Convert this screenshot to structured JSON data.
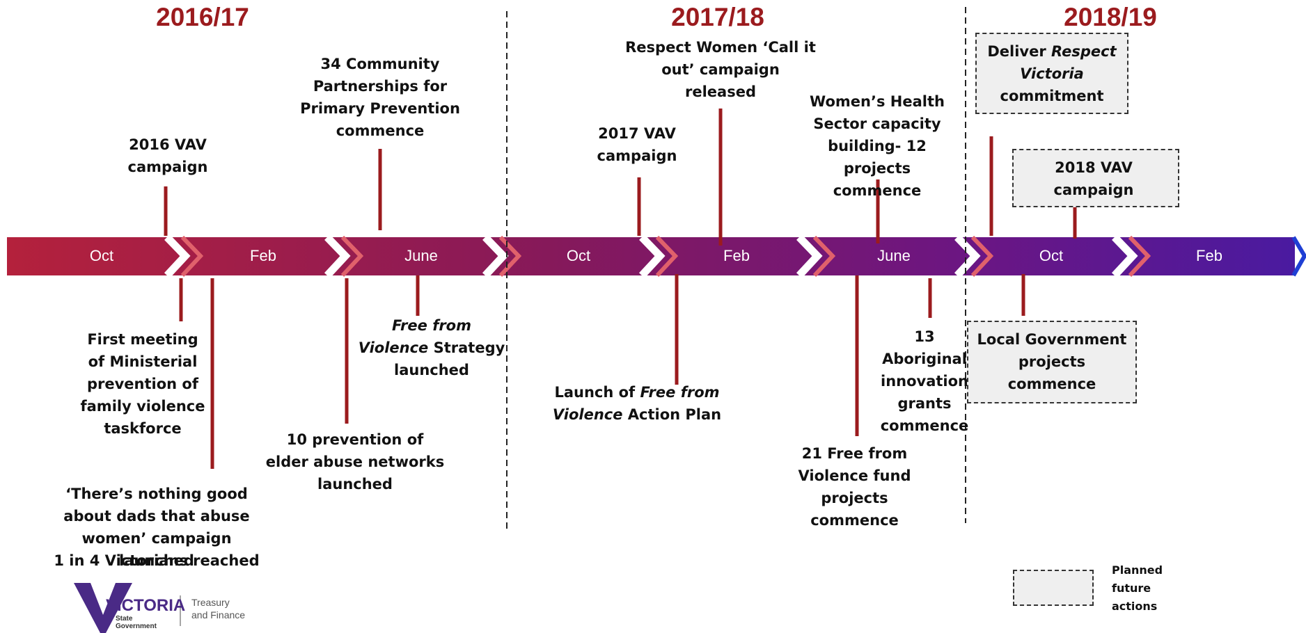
{
  "years": [
    "2016/17",
    "2017/18",
    "2018/19"
  ],
  "months": [
    "Oct",
    "Feb",
    "June",
    "Oct",
    "Feb",
    "June",
    "Oct",
    "Feb"
  ],
  "colors": {
    "year_text": "#9b1b1e",
    "marker": "#9b1b1e",
    "band_start": "#b4213c",
    "band_mid": "#7c1a5c",
    "band_end": "#4a1aa0",
    "chevron_tip": "#1f3fd4"
  },
  "events": {
    "vav2016": "2016 VAV campaign",
    "partnerships": "34 Community Partnerships for Primary Prevention commence",
    "vav2017": "2017 VAV campaign",
    "respect_women_line1": "Respect Women ‘Call it",
    "respect_women_line2": "out’ campaign",
    "respect_women_line3": "released",
    "womens_health": "Women’s Health Sector capacity building- 12 projects commence",
    "taskforce": "First meeting of Ministerial prevention of family violence taskforce",
    "strategy_italic": "Free from Violence",
    "strategy_rest": "Strategy launched",
    "elder_abuse": "10 prevention of elder abuse networks launched",
    "dads_campaign": "‘There’s nothing good about dads that abuse women’ campaign launched",
    "victorians_reached": "1 in 4 Victorians  reached",
    "action_plan_pre": "Launch of",
    "action_plan_italic1": "Free from",
    "action_plan_italic2": "Violence",
    "action_plan_post": "Action Plan",
    "fund_projects": "21 Free from Violence fund projects commence",
    "aboriginal_grants": "13 Aboriginal innovation grants commence"
  },
  "planned": {
    "respect_victoria_pre": "Deliver",
    "respect_victoria_italic1": "Respect",
    "respect_victoria_italic2": "Victoria",
    "respect_victoria_post": "commitment",
    "vav2018": "2018 VAV campaign",
    "local_government": "Local Government projects commence"
  },
  "legend": {
    "label": "Planned future actions"
  },
  "logo": {
    "name": "VICTORIA",
    "sub": "State Government",
    "dept_line1": "Treasury",
    "dept_line2": "and Finance"
  }
}
